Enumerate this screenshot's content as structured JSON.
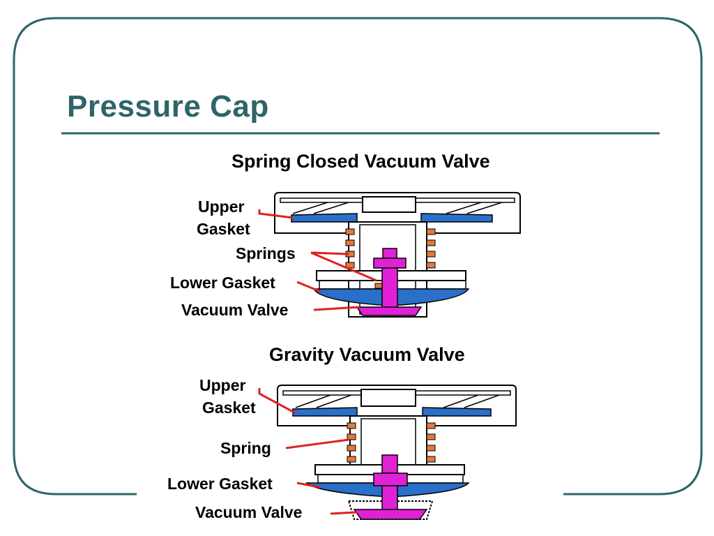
{
  "slide": {
    "title": "Pressure Cap"
  },
  "diagrams": [
    {
      "heading": "Spring Closed Vacuum Valve",
      "labels": {
        "upper_gasket_line1": "Upper",
        "upper_gasket_line2": "Gasket",
        "springs": "Springs",
        "lower_gasket": "Lower Gasket",
        "vacuum_valve": "Vacuum Valve"
      }
    },
    {
      "heading": "Gravity Vacuum Valve",
      "labels": {
        "upper_gasket_line1": "Upper",
        "upper_gasket_line2": "Gasket",
        "spring": "Spring",
        "lower_gasket": "Lower Gasket",
        "vacuum_valve": "Vacuum Valve"
      }
    }
  ],
  "colors": {
    "frame": "#2e6468",
    "title": "#2e6468",
    "gasket": "#2a6fc9",
    "valve": "#e021d6",
    "spring": "#e07a3c",
    "leader_line": "#e02020"
  }
}
